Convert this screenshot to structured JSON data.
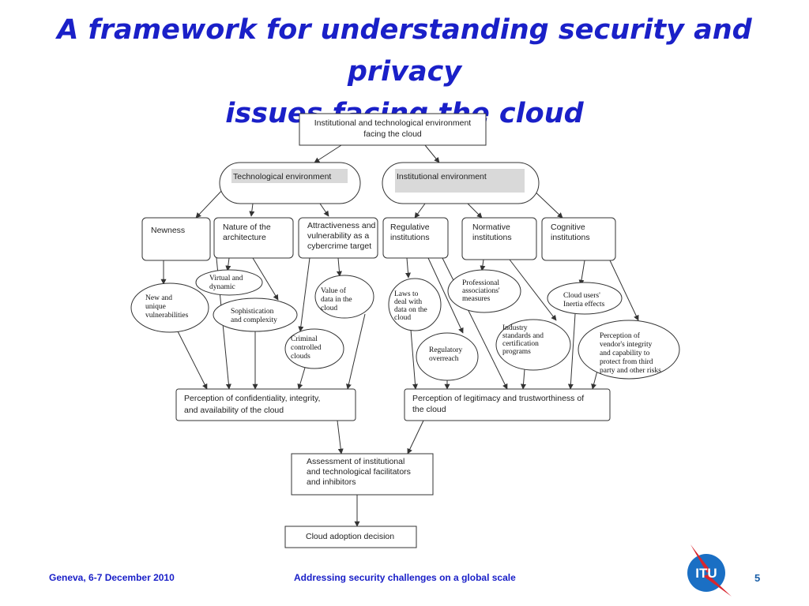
{
  "slide": {
    "title_line1": "A framework for understanding security and privacy",
    "title_line2": "issues facing the cloud",
    "footer_left": "Geneva, 6-7 December 2010",
    "footer_center": "Addressing security challenges on a global scale",
    "page_number": "5",
    "logo_text": "ITU"
  },
  "colors": {
    "title": "#1a20c8",
    "footer": "#1a20c8",
    "page_number": "#1a5fa8",
    "logo_blue": "#1a6fc4",
    "logo_red": "#d8262e",
    "box_fill_gray": "#d9d9d9"
  },
  "diagram": {
    "nodes": {
      "root": [
        "Institutional and technological environment",
        "facing the cloud"
      ],
      "tech_env": [
        "Technological environment"
      ],
      "inst_env": [
        "Institutional environment"
      ],
      "newness": [
        "Newness"
      ],
      "nature_arch": [
        "Nature of the",
        "architecture"
      ],
      "attractiveness": [
        "Attractiveness and",
        "vulnerability as a",
        "cybercrime target"
      ],
      "regulative": [
        "Regulative",
        "institutions"
      ],
      "normative": [
        "Normative",
        "institutions"
      ],
      "cognitive": [
        "Cognitive",
        "institutions"
      ],
      "new_vuln": [
        "New and",
        "unique",
        "vulnerabilities"
      ],
      "virtual_dynamic": [
        "Virtual and",
        "dynamic"
      ],
      "sophistication": [
        "Sophistication",
        "and complexity"
      ],
      "value_data": [
        "Value of",
        "data in the",
        "cloud"
      ],
      "criminal_clouds": [
        "Criminal",
        "controlled",
        "clouds"
      ],
      "laws": [
        "Laws to",
        "deal with",
        "data on the",
        "cloud"
      ],
      "regulatory_overreach": [
        "Regulatory",
        "overreach"
      ],
      "prof_assoc": [
        "Professional",
        "associations'",
        "measures"
      ],
      "industry_standards": [
        "Industry",
        "standards and",
        "certification",
        "programs"
      ],
      "cloud_users_inertia": [
        "Cloud users'",
        "Inertia effects"
      ],
      "perception_vendor": [
        "Perception of",
        "vendor's integrity",
        "and capability to",
        "protect from third",
        "party and other risks"
      ],
      "perception_cia": [
        "Perception of confidentiality, integrity,",
        "and availability of the cloud"
      ],
      "perception_legit": [
        "Perception of legitimacy and trustworthiness of",
        "the cloud"
      ],
      "assessment": [
        "Assessment of institutional",
        "and technological facilitators",
        "and inhibitors"
      ],
      "adoption": [
        "Cloud adoption decision"
      ]
    }
  }
}
